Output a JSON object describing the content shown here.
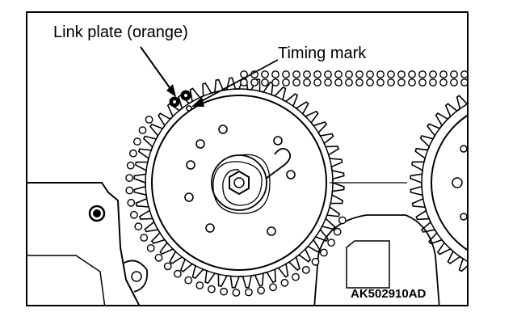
{
  "labels": {
    "link_plate": "Link plate (orange)",
    "timing_mark": "Timing mark",
    "figure_code": "AK502910AD"
  },
  "colors": {
    "ink": "#000000",
    "paper": "#ffffff"
  }
}
